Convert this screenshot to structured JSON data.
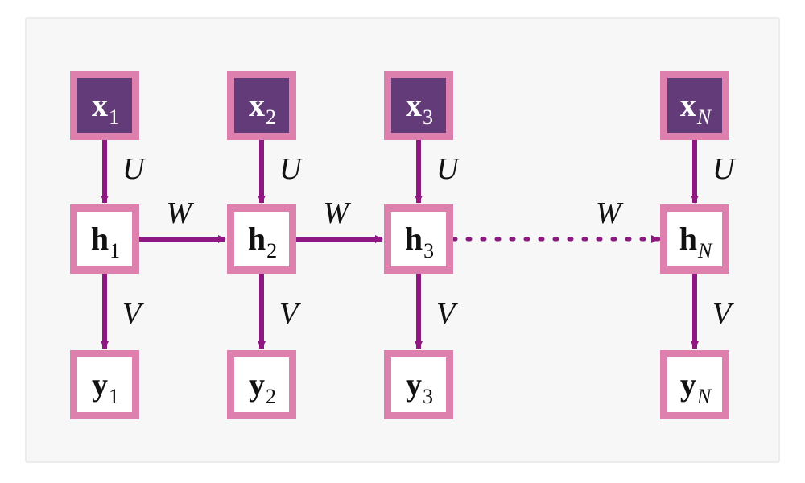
{
  "colors": {
    "panel": "#f7f7f8",
    "panel_border": "#ececef",
    "box_border": "#de80ad",
    "input_fill": "#633b79",
    "input_text": "#ffffff",
    "node_fill": "#ffffff",
    "node_text": "#111111",
    "arrow": "#8f1782",
    "weight_label": "#111111"
  },
  "columns": [
    {
      "sub": "1",
      "sub_italic": false,
      "has_incoming_w": false,
      "incoming_dotted": false
    },
    {
      "sub": "2",
      "sub_italic": false,
      "has_incoming_w": true,
      "incoming_dotted": false
    },
    {
      "sub": "3",
      "sub_italic": false,
      "has_incoming_w": true,
      "incoming_dotted": false
    },
    {
      "sub": "N",
      "sub_italic": true,
      "has_incoming_w": true,
      "incoming_dotted": true
    }
  ],
  "labels": {
    "input": "x",
    "hidden": "h",
    "output": "y",
    "weight_U": "U",
    "weight_V": "V",
    "weight_W": "W"
  }
}
